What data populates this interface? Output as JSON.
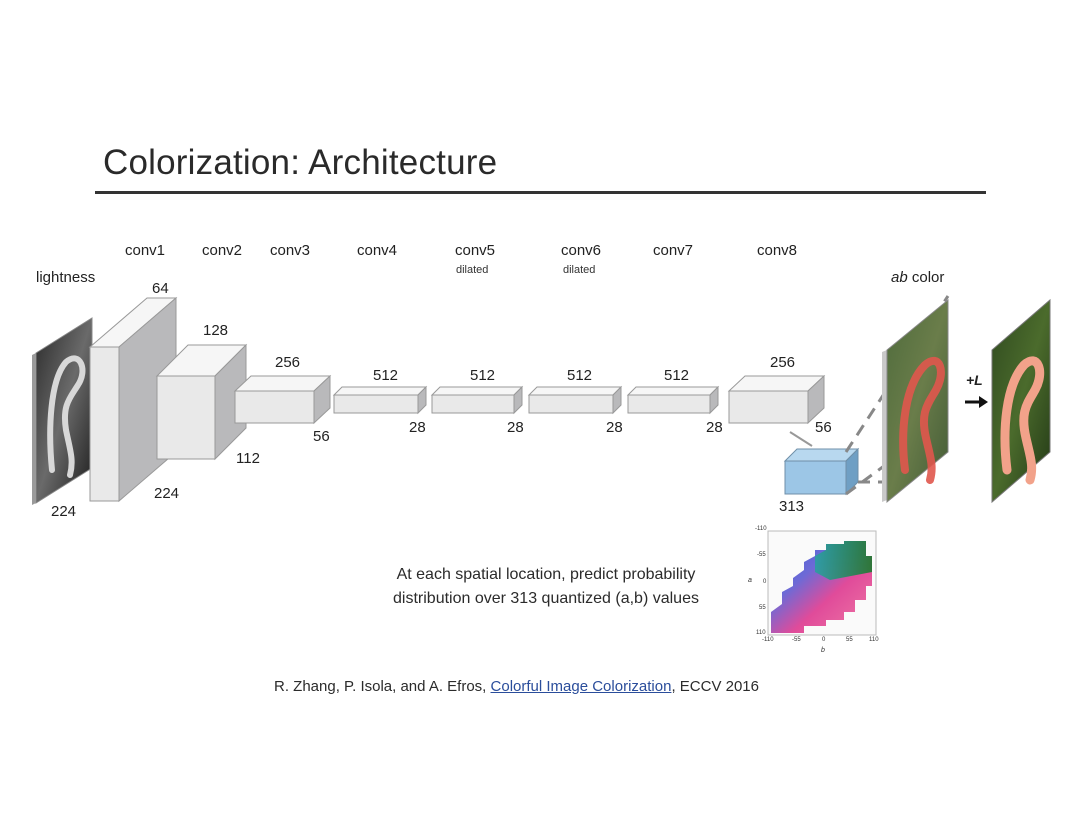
{
  "title": "Colorization: Architecture",
  "diagram": {
    "input_label": "lightness",
    "output_label_emph": "ab",
    "output_label_rest": " color",
    "plus_l_label": "+L",
    "layers": [
      {
        "name": "conv1",
        "channels": "64",
        "size": "224"
      },
      {
        "name": "conv2",
        "channels": "128",
        "size": "112"
      },
      {
        "name": "conv3",
        "channels": "256",
        "size": "56"
      },
      {
        "name": "conv4",
        "channels": "512",
        "size": "28"
      },
      {
        "name": "conv5",
        "note": "dilated",
        "channels": "512",
        "size": "28"
      },
      {
        "name": "conv6",
        "note": "dilated",
        "channels": "512",
        "size": "28"
      },
      {
        "name": "conv7",
        "channels": "512",
        "size": "28"
      },
      {
        "name": "conv8",
        "channels": "256",
        "size": "56"
      }
    ],
    "input_size": "224",
    "output_block_channels": "313",
    "colors": {
      "block_front": "#e9e9e9",
      "block_top": "#f6f6f6",
      "block_side": "#b9b9bb",
      "output_block": "#9cc6e6",
      "output_block_side": "#6f9fc4"
    }
  },
  "caption": {
    "line1": "At each spatial location, predict probability",
    "line2": "distribution over 313 quantized (a,b) values"
  },
  "gamut": {
    "y_axis_label": "a",
    "x_axis_label": "b",
    "y_ticks": [
      "-110",
      "-55",
      "0",
      "55",
      "110"
    ],
    "x_ticks": [
      "-110",
      "-55",
      "0",
      "55",
      "110"
    ]
  },
  "citation": {
    "authors": "R. Zhang, P. Isola, and A. Efros, ",
    "link_text": "Colorful Image Colorization",
    "venue": ", ECCV 2016"
  }
}
